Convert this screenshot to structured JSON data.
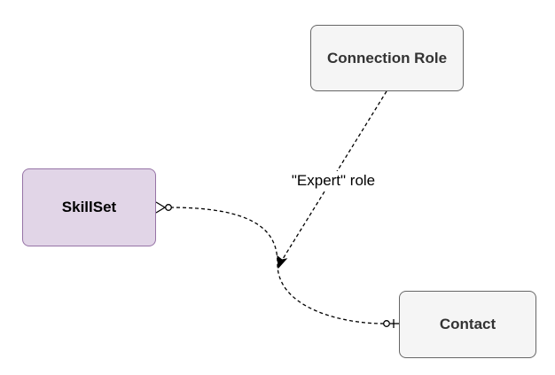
{
  "nodes": {
    "connection_role": {
      "label": "Connection Role"
    },
    "skillset": {
      "label": "SkillSet"
    },
    "contact": {
      "label": "Contact"
    }
  },
  "edges": {
    "expert_role": {
      "label": "\"Expert\" role"
    }
  },
  "colors": {
    "default_fill": "#f5f5f5",
    "default_stroke": "#666666",
    "skillset_fill": "#e1d5e7",
    "skillset_stroke": "#9673a6",
    "edge_stroke": "#000000"
  }
}
